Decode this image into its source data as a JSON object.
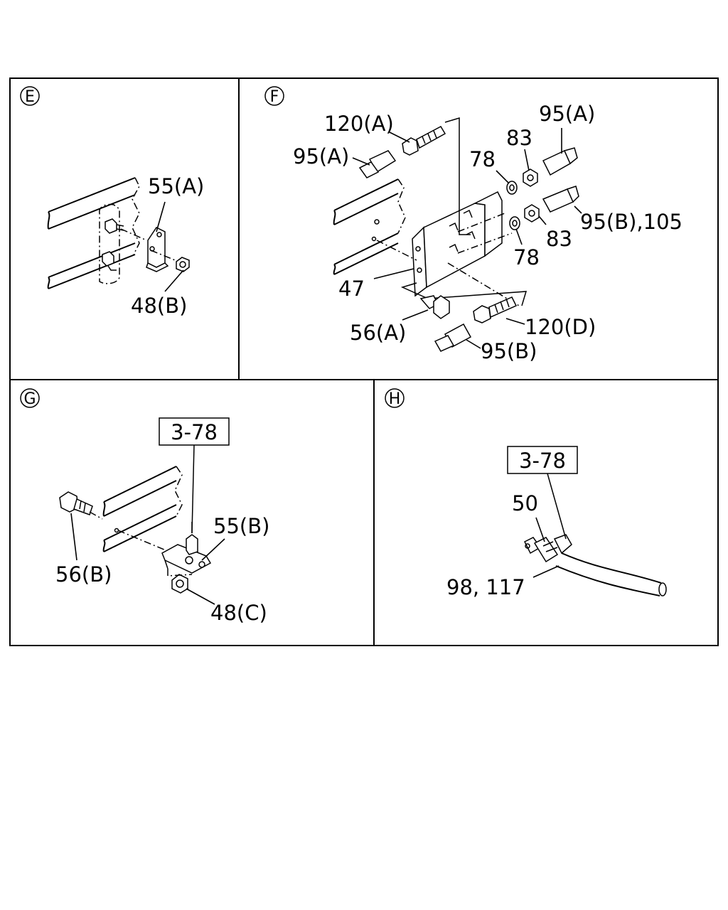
{
  "sections": {
    "e": {
      "letter": "E",
      "labels": [
        "55(A)",
        "48(B)"
      ]
    },
    "f": {
      "letter": "F",
      "labels": [
        "120(A)",
        "95(A)",
        "78",
        "83",
        "95(A)",
        "95(B),105",
        "83",
        "78",
        "47",
        "56(A)",
        "120(D)",
        "95(B)"
      ]
    },
    "g": {
      "letter": "G",
      "ref_box": "3-78",
      "labels": [
        "55(B)",
        "56(B)",
        "48(C)"
      ]
    },
    "h": {
      "letter": "H",
      "ref_box": "3-78",
      "labels": [
        "50",
        "98, 117"
      ]
    }
  }
}
